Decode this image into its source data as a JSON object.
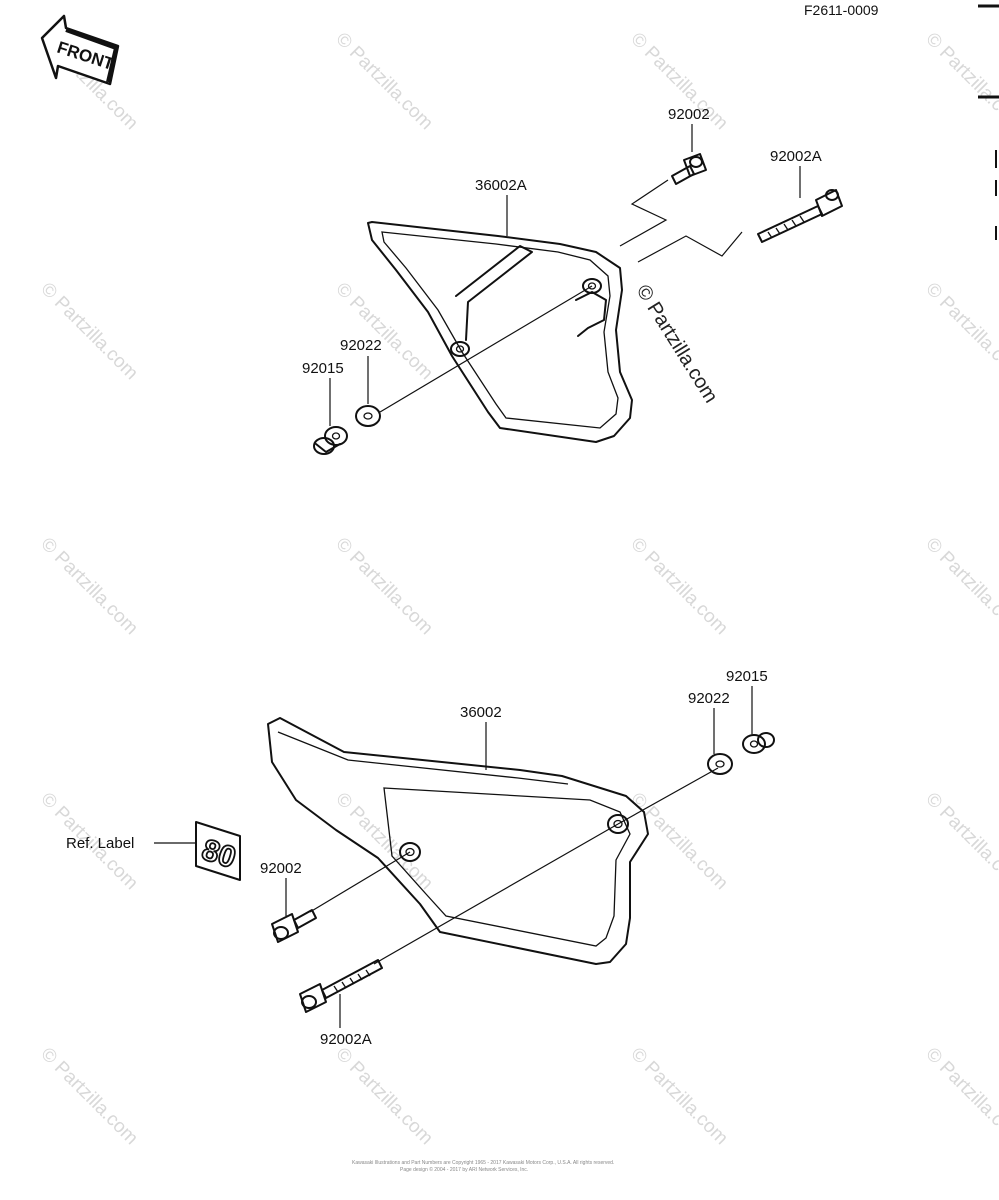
{
  "figure_code": "F2611-0009",
  "front_arrow_label": "FRONT",
  "watermark_text": "© Partzilla.com",
  "copyright_lines": [
    "Kawasaki Illustrations and Part Numbers are Copyright 1965 - 2017 Kawasaki Motors Corp., U.S.A. All rights reserved.",
    "Page design © 2004 - 2017 by ARI Network Services, Inc."
  ],
  "upper_assembly": {
    "labels": {
      "cover": "36002A",
      "bolt": "92002",
      "long_bolt": "92002A",
      "washer": "92022",
      "grommet": "92015"
    }
  },
  "lower_assembly": {
    "labels": {
      "cover": "36002",
      "grommet": "92015",
      "washer": "92022",
      "bolt": "92002",
      "long_bolt": "92002A",
      "ref_label": "Ref. Label"
    },
    "decal_text": "80"
  },
  "colors": {
    "line": "#111111",
    "watermark": "#d8d8d8"
  }
}
